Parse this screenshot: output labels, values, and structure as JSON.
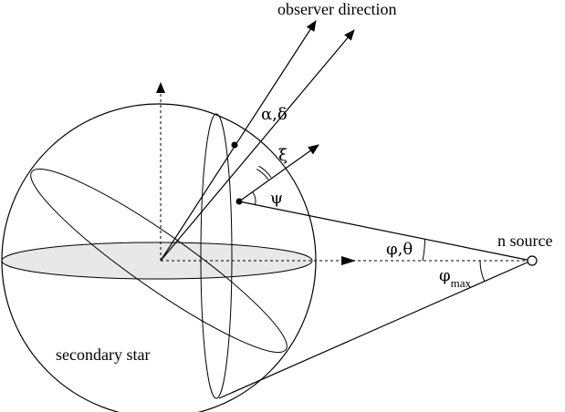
{
  "labels": {
    "observer_direction": "observer direction",
    "alpha_delta": "α,δ",
    "xi": "ξ",
    "psi": "ψ",
    "phi_theta": "φ,θ",
    "phi": "φ",
    "max": "max",
    "n_source": "n source",
    "secondary_star": "secondary star"
  },
  "colors": {
    "stroke": "#000000",
    "equator_fill": "#e8e8e8",
    "background": "#ffffff"
  }
}
